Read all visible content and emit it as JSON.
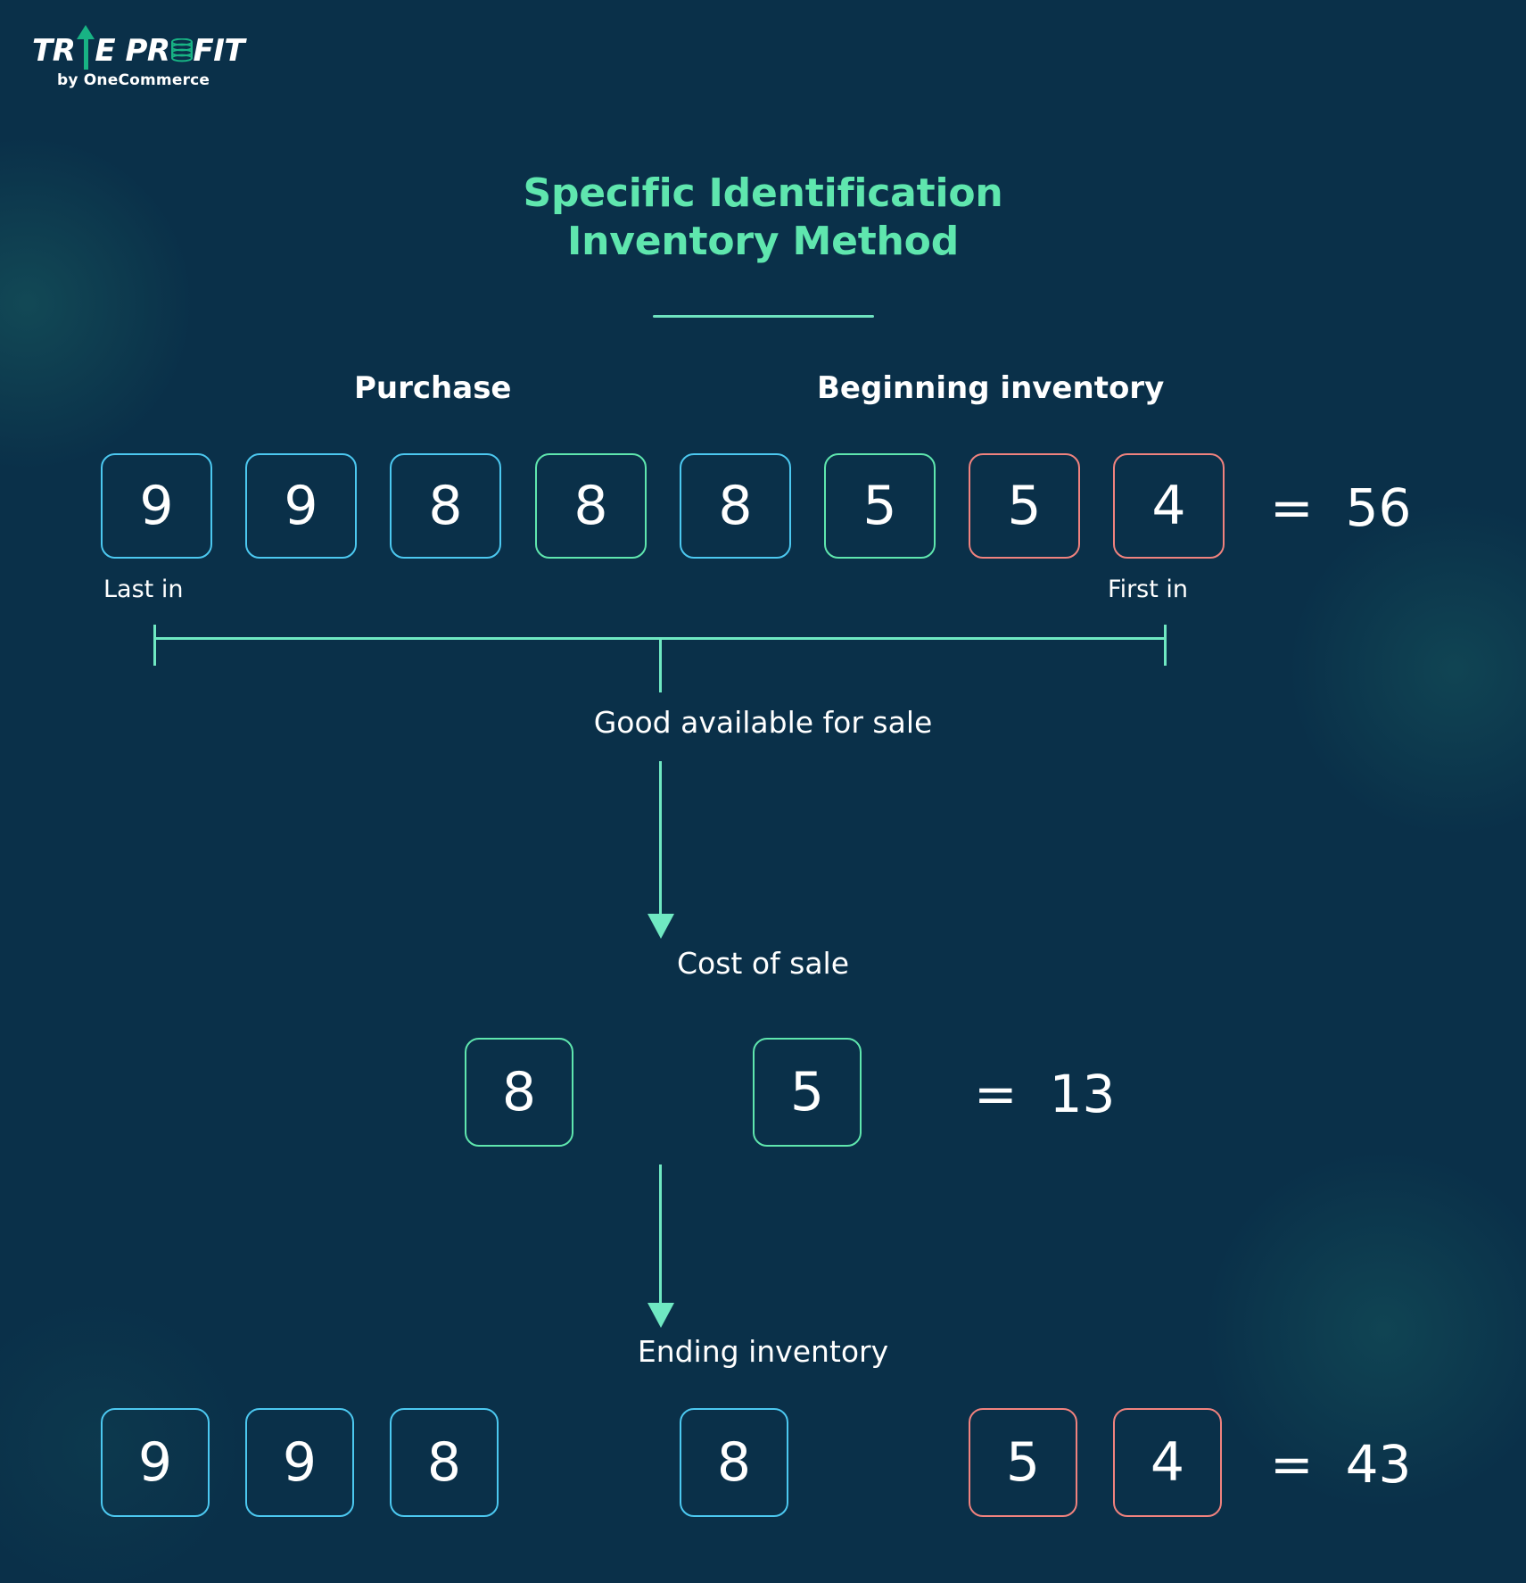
{
  "brand": {
    "name_part1": "TR",
    "name_part2": "E PR",
    "name_part3": "FIT",
    "full_name": "TRUEPROFIT",
    "tagline": "by OneCommerce",
    "logo_icon": "up-arrow-icon",
    "coin_icon": "coin-stack-icon"
  },
  "title": {
    "line1": "Specific Identification",
    "line2": "Inventory Method",
    "color": "#5fe6ae"
  },
  "colors": {
    "background": "#0a3049",
    "accent_green": "#5fe6ae",
    "accent_blue": "#4cc8f0",
    "accent_red": "#f0827e",
    "connector": "#6fe8c2",
    "text": "#ffffff"
  },
  "sections": {
    "purchase_label": "Purchase",
    "beginning_inventory_label": "Beginning inventory"
  },
  "row1": {
    "boxes": [
      {
        "value": "9",
        "color": "blue"
      },
      {
        "value": "9",
        "color": "blue"
      },
      {
        "value": "8",
        "color": "blue"
      },
      {
        "value": "8",
        "color": "green"
      },
      {
        "value": "8",
        "color": "blue"
      },
      {
        "value": "5",
        "color": "green"
      },
      {
        "value": "5",
        "color": "red"
      },
      {
        "value": "4",
        "color": "red"
      }
    ],
    "equals_sign": "=",
    "total": "56",
    "left_tag": "Last in",
    "right_tag": "First in"
  },
  "flow": {
    "goods_available": "Good available for sale",
    "cost_of_sale": "Cost of sale",
    "ending_inventory": "Ending inventory"
  },
  "row2": {
    "boxes": [
      {
        "value": "8",
        "color": "green"
      },
      {
        "value": "5",
        "color": "green"
      }
    ],
    "equals_sign": "=",
    "total": "13"
  },
  "row3": {
    "boxes": [
      {
        "value": "9",
        "color": "blue"
      },
      {
        "value": "9",
        "color": "blue"
      },
      {
        "value": "8",
        "color": "blue"
      },
      {
        "value": "8",
        "color": "blue"
      },
      {
        "value": "5",
        "color": "red"
      },
      {
        "value": "4",
        "color": "red"
      }
    ],
    "equals_sign": "=",
    "total": "43"
  },
  "chart_data": {
    "type": "diagram",
    "title": "Specific Identification Inventory Method",
    "rows": [
      {
        "name": "Goods available for sale",
        "items": [
          9,
          9,
          8,
          8,
          8,
          5,
          5,
          4
        ],
        "item_colors": [
          "blue",
          "blue",
          "blue",
          "green",
          "blue",
          "green",
          "red",
          "red"
        ],
        "sum": 56,
        "annotations": {
          "left": "Last in",
          "right": "First in"
        },
        "group_labels": {
          "Purchase": [
            0,
            1,
            2,
            3,
            4
          ],
          "Beginning inventory": [
            5,
            6,
            7
          ]
        }
      },
      {
        "name": "Cost of sale",
        "items": [
          8,
          5
        ],
        "item_colors": [
          "green",
          "green"
        ],
        "sum": 13
      },
      {
        "name": "Ending inventory",
        "items": [
          9,
          9,
          8,
          8,
          5,
          4
        ],
        "item_colors": [
          "blue",
          "blue",
          "blue",
          "blue",
          "red",
          "red"
        ],
        "sum": 43
      }
    ]
  }
}
